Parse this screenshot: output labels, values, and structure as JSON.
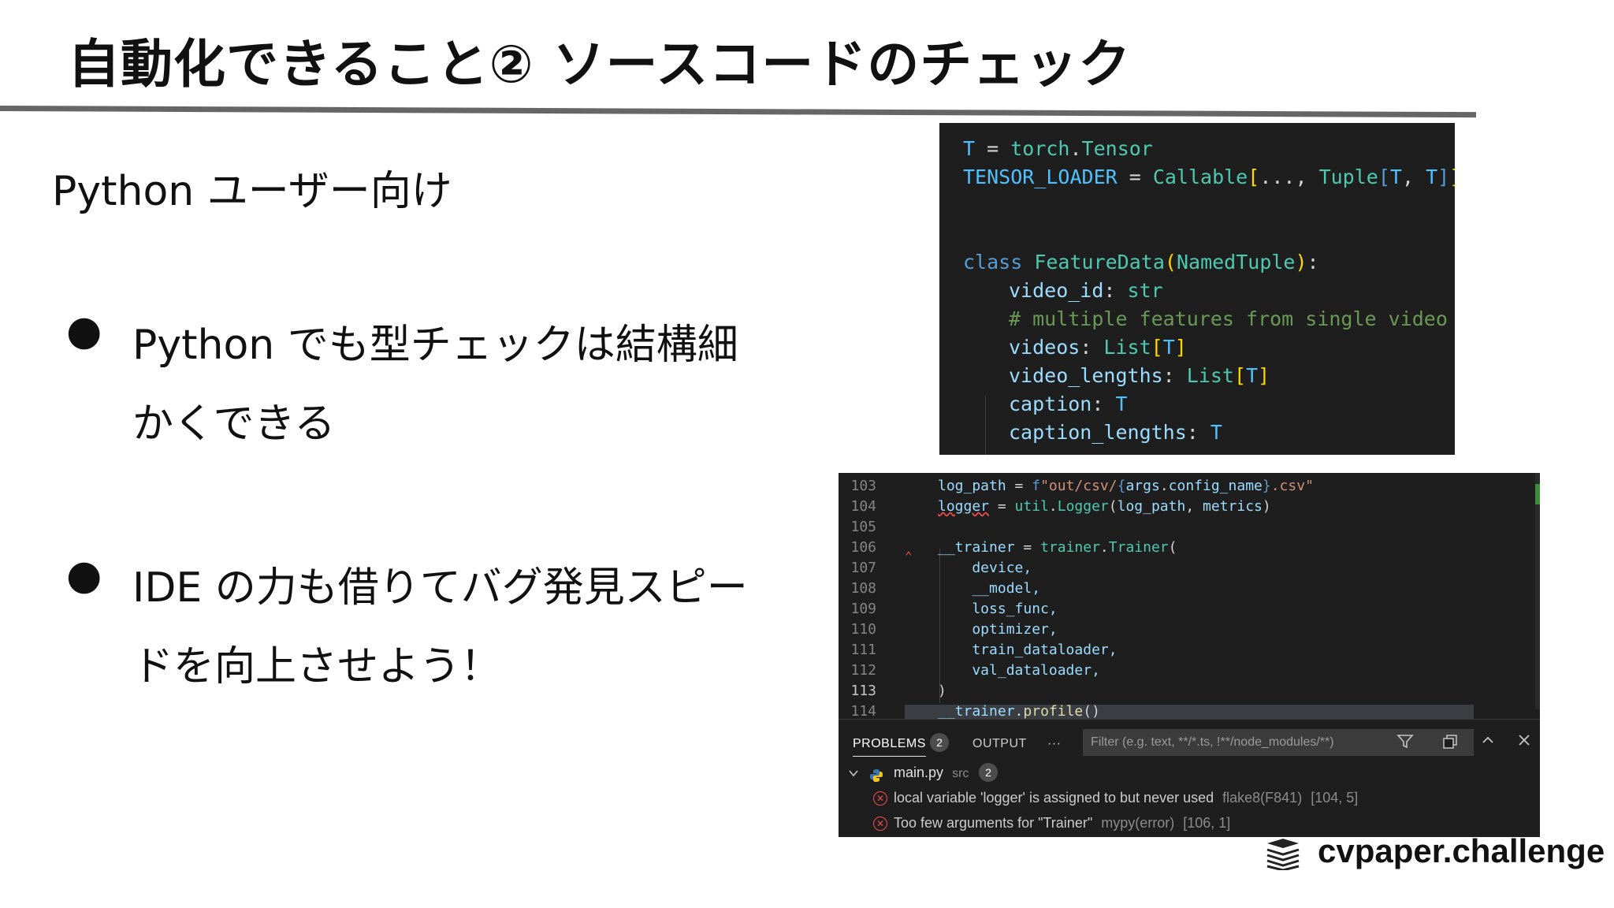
{
  "slide": {
    "title": "自動化できること② ソースコードのチェック",
    "subtitle": "Python ユーザー向け",
    "bullets": [
      {
        "marker": "●",
        "text": "Python でも型チェックは結構細かくできる"
      },
      {
        "marker": "●",
        "text": "IDE の力も借りてバグ発見スピードを向上させよう！"
      }
    ],
    "brand": "cvpaper.challenge"
  },
  "code_snippet": {
    "lines": [
      "T = torch.Tensor",
      "TENSOR_LOADER = Callable[..., Tuple[T, T]]",
      "",
      "",
      "class FeatureData(NamedTuple):",
      "    video_id: str",
      "    # multiple features from single video",
      "    videos: List[T]",
      "    video_lengths: List[T]",
      "    caption: T",
      "    caption_lengths: T"
    ]
  },
  "editor": {
    "current_line": "113",
    "lines": [
      {
        "num": "103",
        "text": "log_path = f\"out/csv/{args.config_name}.csv\""
      },
      {
        "num": "104",
        "text": "logger = util.Logger(log_path, metrics)"
      },
      {
        "num": "105",
        "text": ""
      },
      {
        "num": "106",
        "text": "__trainer = trainer.Trainer("
      },
      {
        "num": "107",
        "text": "    device,"
      },
      {
        "num": "108",
        "text": "    __model,"
      },
      {
        "num": "109",
        "text": "    loss_func,"
      },
      {
        "num": "110",
        "text": "    optimizer,"
      },
      {
        "num": "111",
        "text": "    train_dataloader,"
      },
      {
        "num": "112",
        "text": "    val_dataloader,"
      },
      {
        "num": "113",
        "text": ")"
      },
      {
        "num": "114",
        "text": "__trainer.profile()"
      }
    ],
    "panel": {
      "tabs": [
        {
          "label": "PROBLEMS",
          "count": "2"
        },
        {
          "label": "OUTPUT"
        }
      ],
      "more": "···",
      "filter_placeholder": "Filter (e.g. text, **/*.ts, !**/node_modules/**)",
      "file": {
        "name": "main.py",
        "folder": "src",
        "count": "2"
      },
      "problems": [
        {
          "message": "local variable 'logger' is assigned to but never used",
          "source": "flake8(F841)",
          "location": "[104, 5]"
        },
        {
          "message": "Too few arguments for \"Trainer\"",
          "source": "mypy(error)",
          "location": "[106, 1]"
        }
      ]
    }
  },
  "colors": {
    "editor_bg": "#1e1e1e",
    "error": "#f14c4c",
    "keyword": "#569cd6",
    "type": "#4ec9b0"
  }
}
